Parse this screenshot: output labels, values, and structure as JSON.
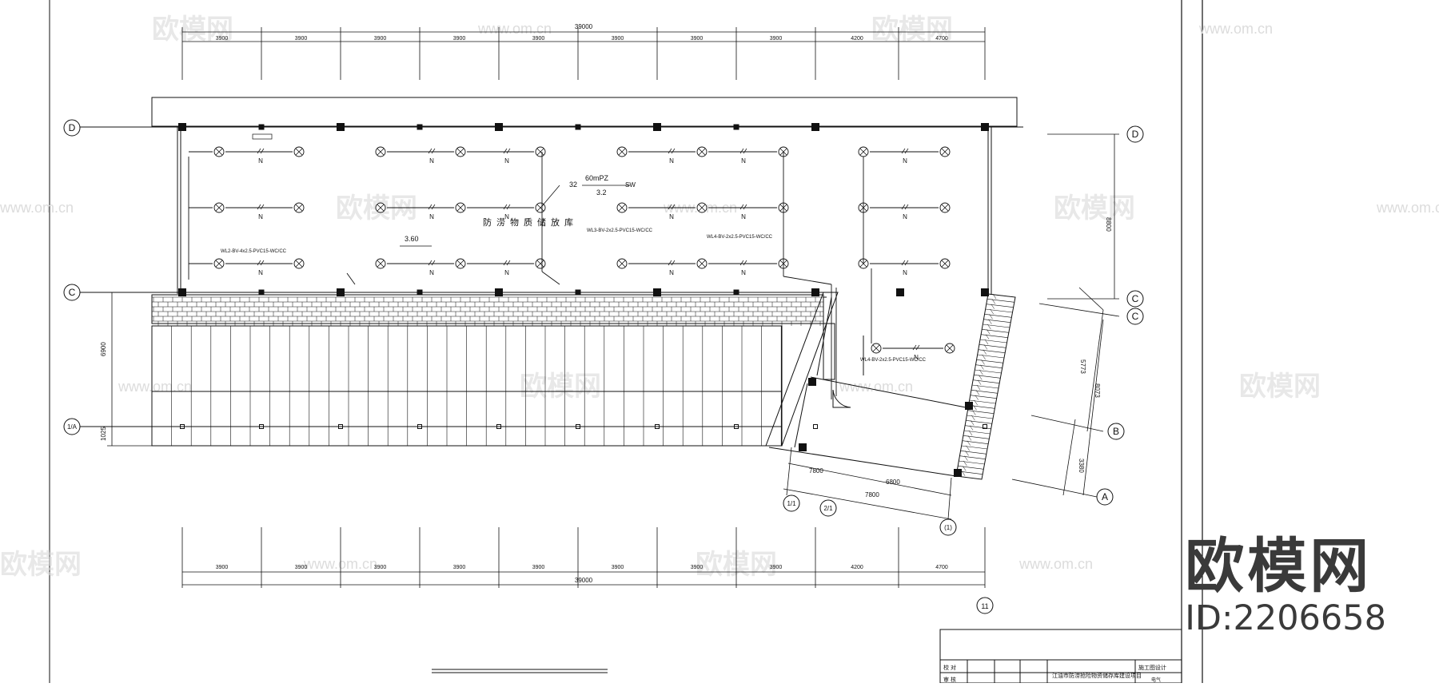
{
  "drawing": {
    "store_label": "防涝物质储放库",
    "level_mark": "3.60",
    "panel": {
      "top": "60mPZ",
      "left": "32",
      "bottom": "3.2",
      "right": "SW"
    },
    "circuits": [
      "WL2-BV-4x2.5-PVC15-WC/CC",
      "WL3-BV-2x2.5-PVC15-WC/CC",
      "WL4-BV-2x2.5-PVC15-WC/CC",
      "WL4-BV-2x2.5-PVC15-WC/CC"
    ],
    "neutral_tag": "N",
    "grid_axes": {
      "D": "D",
      "C": "C",
      "B": "B",
      "A": "A",
      "ax1": "1/A",
      "ax11": "11",
      "ax1_1": "1/1",
      "ax2_1": "2/1",
      "ax_1": "(1)"
    },
    "top_dims": [
      "3900",
      "3900",
      "3900",
      "3900",
      "3900",
      "3900",
      "3900",
      "3900",
      "4200",
      "4700"
    ],
    "top_total": "39000",
    "bottom_dims": [
      "3900",
      "3900",
      "3900",
      "3900",
      "3900",
      "3900",
      "3900",
      "3900",
      "4200",
      "4700"
    ],
    "bottom_total": "39000",
    "left_dims": [
      "6900",
      "1025"
    ],
    "right_dims": [
      "8800",
      "5773",
      "8073",
      "3380"
    ],
    "wing_dims": [
      "7800",
      "6800",
      "7800"
    ],
    "title_block": {
      "project": "江油市防涝抢险物资储存库建设项目",
      "stage": "施工图设计",
      "row1": "校 对",
      "row2": "审 核",
      "extra": "电气"
    }
  },
  "watermark": {
    "brand": "欧模网",
    "url": "www.om.cn",
    "id": "ID:2206658"
  }
}
